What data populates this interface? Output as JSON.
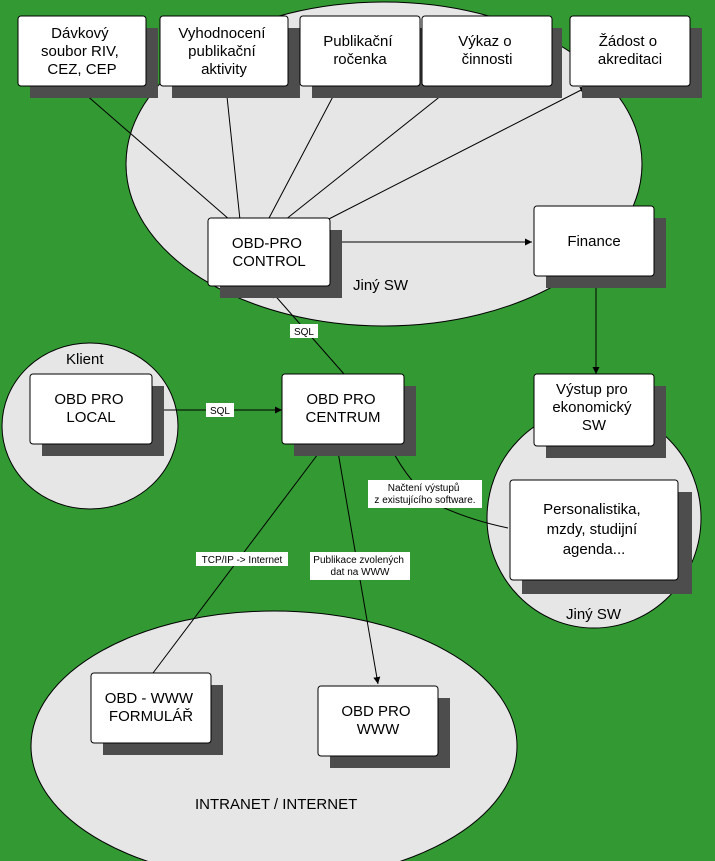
{
  "regions": {
    "control_region": "Jiný SW",
    "client_region": "Klient",
    "personnel_region": "Jiný SW",
    "internet_region": "INTRANET / INTERNET"
  },
  "boxes": {
    "davkovy": [
      "Dávkový",
      "soubor  RIV,",
      "CEZ, CEP"
    ],
    "vyhodnoceni": [
      "Vyhodnocení",
      "publikační",
      "aktivity"
    ],
    "rocenka": [
      "Publikační",
      "ročenka"
    ],
    "vykaz": [
      "Výkaz o",
      "činnosti"
    ],
    "zadost": [
      "Žádost o",
      "akreditaci"
    ],
    "control": [
      "OBD-PRO",
      "CONTROL"
    ],
    "finance": [
      "Finance"
    ],
    "local": [
      "OBD PRO",
      "LOCAL"
    ],
    "centrum": [
      "OBD PRO",
      "CENTRUM"
    ],
    "vystup": [
      "Výstup pro",
      "ekonomický",
      "SW"
    ],
    "personalistika": [
      "Personalistika,",
      "mzdy, studijní",
      "agenda..."
    ],
    "www_form": [
      "OBD - WWW",
      "FORMULÁŘ"
    ],
    "www": [
      "OBD PRO",
      "WWW"
    ]
  },
  "connectors": {
    "sql_control": "SQL",
    "sql_local": "SQL",
    "nacteni": [
      "Načtení výstupů",
      "z existujícího software."
    ],
    "tcpip": "TCP/IP -> Internet",
    "publikace": [
      "Publikace zvolených",
      "dat na WWW"
    ]
  },
  "colors": {
    "background": "#339933",
    "ellipse": "#e6e6e6",
    "shadow": "#4d4d4d"
  }
}
